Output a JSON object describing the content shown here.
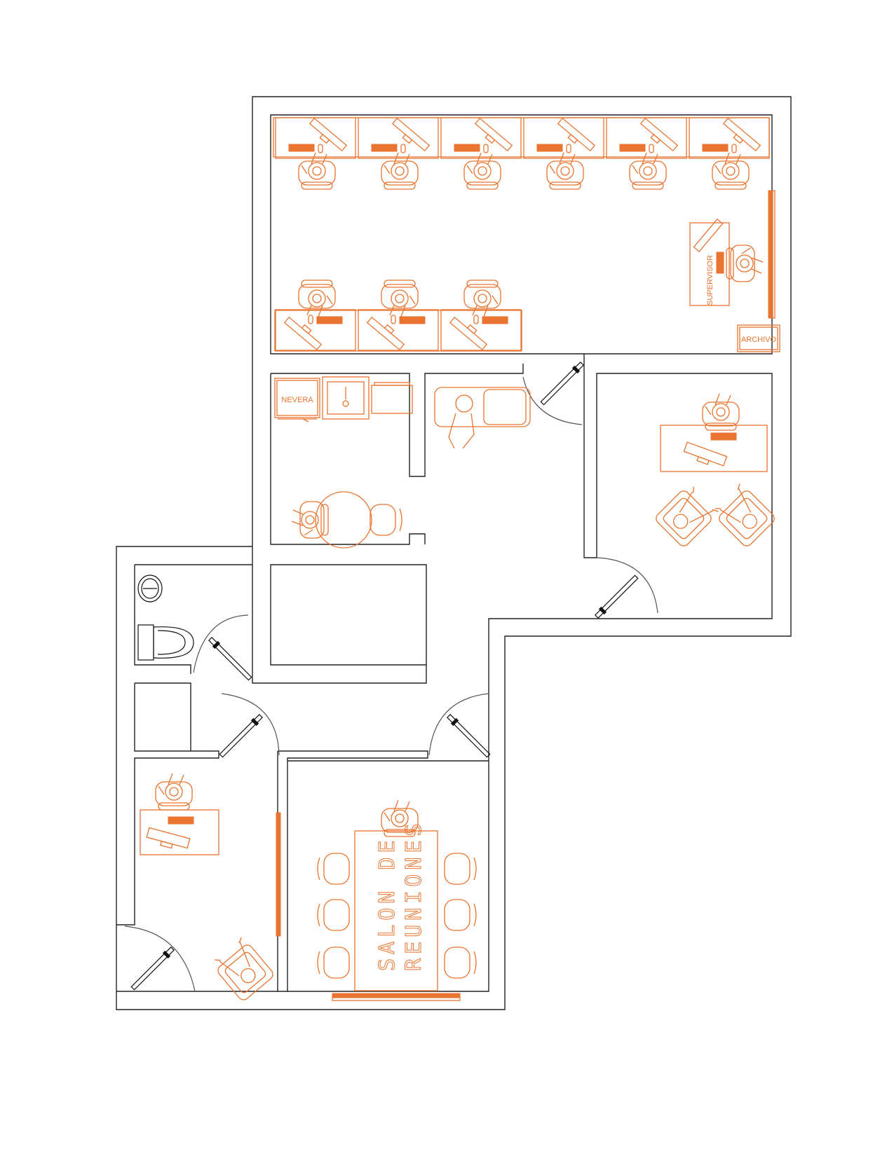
{
  "labels": {
    "nevera": "NEVERA",
    "archivo": "ARCHIVO",
    "supervisor": "SUPERVISOR",
    "salon_line1": "SALON DE",
    "salon_line2": "REUNIONES"
  },
  "colors": {
    "furniture": "#e8742f",
    "walls": "#222222",
    "fixtures": "#111111"
  }
}
